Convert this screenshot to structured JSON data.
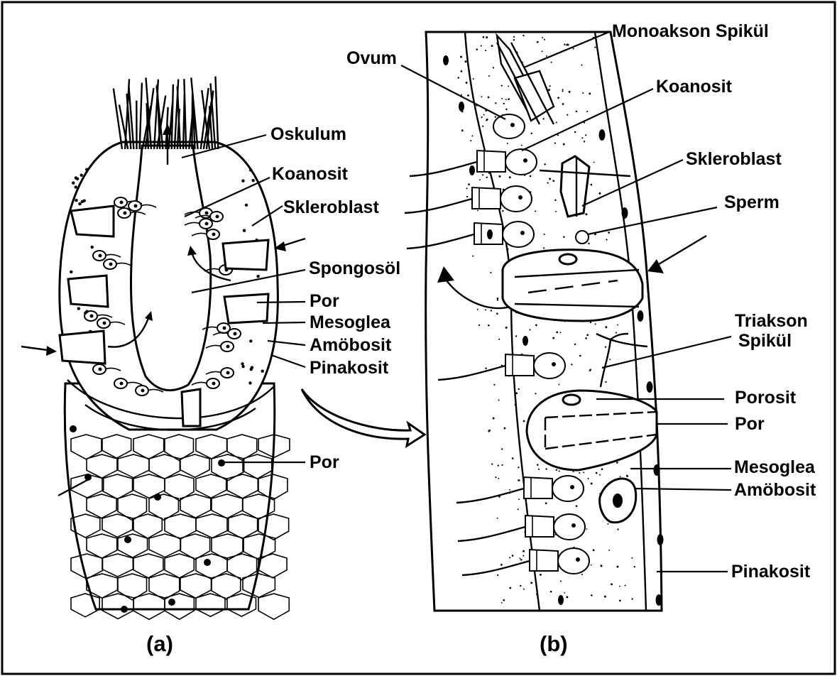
{
  "figure": {
    "panel_a": {
      "caption": "(a)",
      "labels": {
        "oskulum": "Oskulum",
        "koanosit": "Koanosit",
        "skleroblast": "Skleroblast",
        "spongosol": "Spongosöl",
        "por_1": "Por",
        "mesoglea": "Mesoglea",
        "amobosit": "Amöbosit",
        "pinakosit": "Pinakosit",
        "por_2": "Por"
      }
    },
    "panel_b": {
      "caption": "(b)",
      "labels": {
        "monoakson": "Monoakson Spikül",
        "ovum": "Ovum",
        "koanosit": "Koanosit",
        "skleroblast": "Skleroblast",
        "sperm": "Sperm",
        "triakson_1": "Triakson",
        "triakson_2": "Spikül",
        "porosit": "Porosit",
        "por": "Por",
        "mesoglea": "Mesoglea",
        "amobosit": "Amöbosit",
        "pinakosit": "Pinakosit"
      }
    }
  }
}
